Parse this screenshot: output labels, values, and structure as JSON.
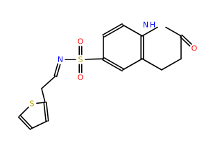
{
  "molecule": {
    "atoms": {
      "o_carbonyl": {
        "symbol": "O",
        "color": "#ff0000"
      },
      "n_amide": {
        "symbol": "N",
        "color": "#0000ff"
      },
      "h_amide": {
        "symbol": "H",
        "color": "#0000ff"
      },
      "s_sulfonyl": {
        "symbol": "S",
        "color": "#b8a000"
      },
      "o_sulfonyl_upper": {
        "symbol": "O",
        "color": "#ff0000"
      },
      "o_sulfonyl_lower": {
        "symbol": "O",
        "color": "#ff0000"
      },
      "n_imine": {
        "symbol": "N",
        "color": "#0000ff"
      },
      "s_thiophene": {
        "symbol": "S",
        "color": "#b8a000"
      }
    }
  }
}
